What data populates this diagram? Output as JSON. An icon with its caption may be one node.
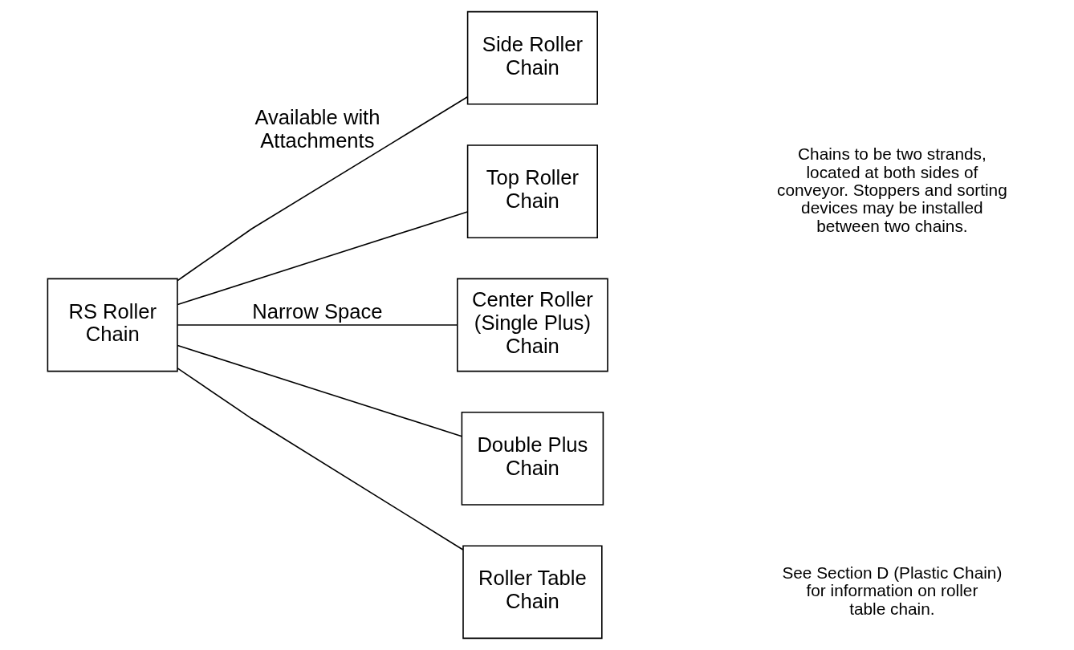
{
  "diagram": {
    "nodes": [
      {
        "text": [
          "RS Roller Chain"
        ]
      },
      {
        "text": [
          "Side Roller Chain"
        ]
      },
      {
        "text": [
          "Top Roller Chain"
        ]
      },
      {
        "text": [
          "Center Roller (Single Plus) Chain"
        ]
      },
      {
        "text": [
          "Double Plus Chain"
        ]
      },
      {
        "text": [
          "Roller Table Chain"
        ]
      }
    ],
    "edges": [
      {
        "from": 0,
        "to": 1,
        "arrow": "none",
        "label": "Available with Attachments"
      },
      {
        "from": 0,
        "to": 2,
        "arrow": "none"
      },
      {
        "from": 0,
        "to": 3,
        "arrow": "none",
        "label": "Narrow Space"
      },
      {
        "from": 0,
        "to": 4,
        "arrow": "none"
      },
      {
        "from": 0,
        "to": 5,
        "arrow": "none"
      }
    ],
    "labels": [
      "Chains to be two strands, located at both sides of conveyor. Stoppers and sorting devices may be installed between two chains.",
      "See Section D (Plastic Chain) for information on roller table chain."
    ]
  }
}
